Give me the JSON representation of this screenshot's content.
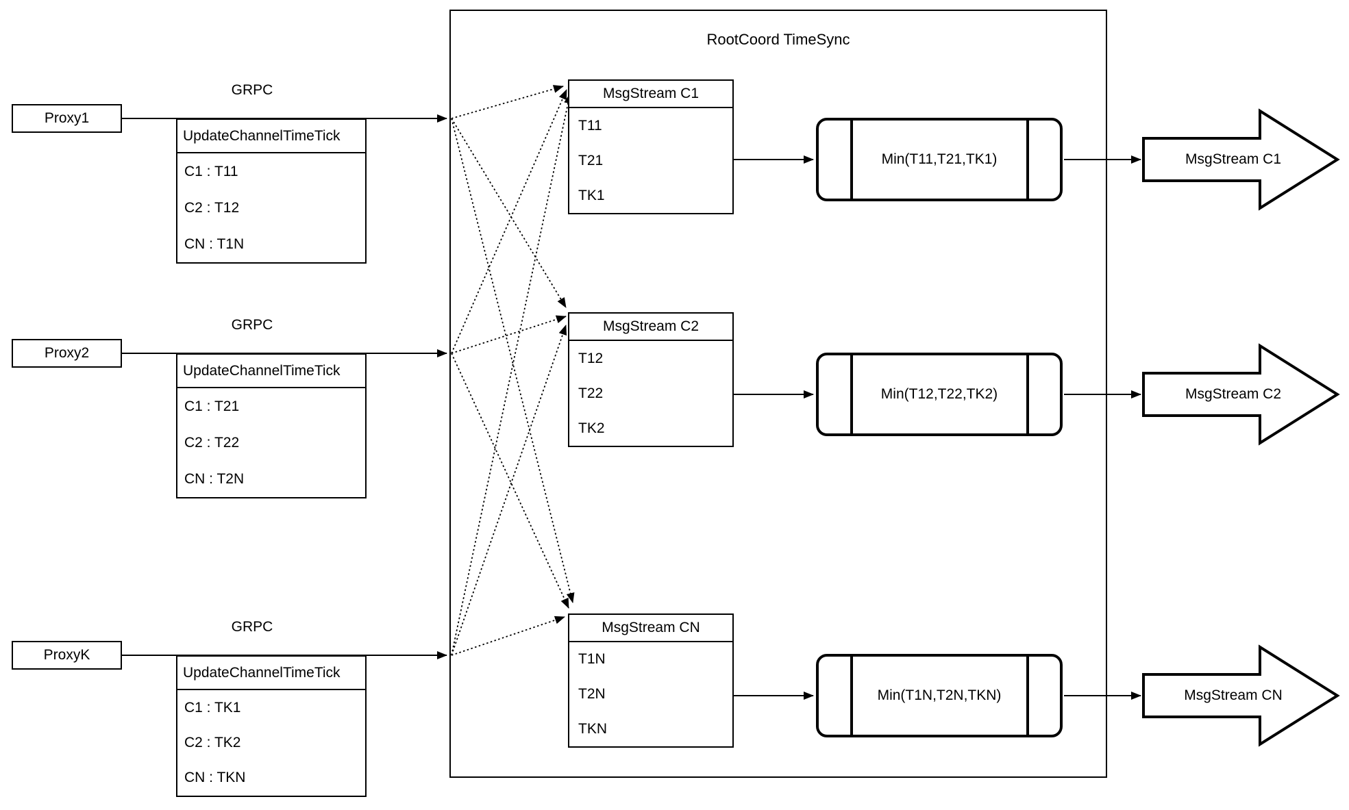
{
  "rootcoord": {
    "title": "RootCoord TimeSync"
  },
  "rows": [
    {
      "proxy_label": "Proxy1",
      "grpc_label": "GRPC",
      "update_table": {
        "header": "UpdateChannelTimeTick",
        "rows": [
          "C1 : T11",
          "C2 : T12",
          "CN : T1N"
        ]
      },
      "msgstream_table": {
        "header": "MsgStream C1",
        "rows": [
          "T11",
          "T21",
          "TK1"
        ]
      },
      "min_label": "Min(T11,T21,TK1)",
      "output_arrow_label": "MsgStream C1"
    },
    {
      "proxy_label": "Proxy2",
      "grpc_label": "GRPC",
      "update_table": {
        "header": "UpdateChannelTimeTick",
        "rows": [
          "C1 : T21",
          "C2 : T22",
          "CN : T2N"
        ]
      },
      "msgstream_table": {
        "header": "MsgStream C2",
        "rows": [
          "T12",
          "T22",
          "TK2"
        ]
      },
      "min_label": "Min(T12,T22,TK2)",
      "output_arrow_label": "MsgStream C2"
    },
    {
      "proxy_label": "ProxyK",
      "grpc_label": "GRPC",
      "update_table": {
        "header": "UpdateChannelTimeTick",
        "rows": [
          "C1 : TK1",
          "C2 : TK2",
          "CN : TKN"
        ]
      },
      "msgstream_table": {
        "header": "MsgStream CN",
        "rows": [
          "T1N",
          "T2N",
          "TKN"
        ]
      },
      "min_label": "Min(T1N,T2N,TKN)",
      "output_arrow_label": "MsgStream CN"
    }
  ],
  "colors": {
    "stroke": "#000000",
    "background": "#ffffff"
  }
}
